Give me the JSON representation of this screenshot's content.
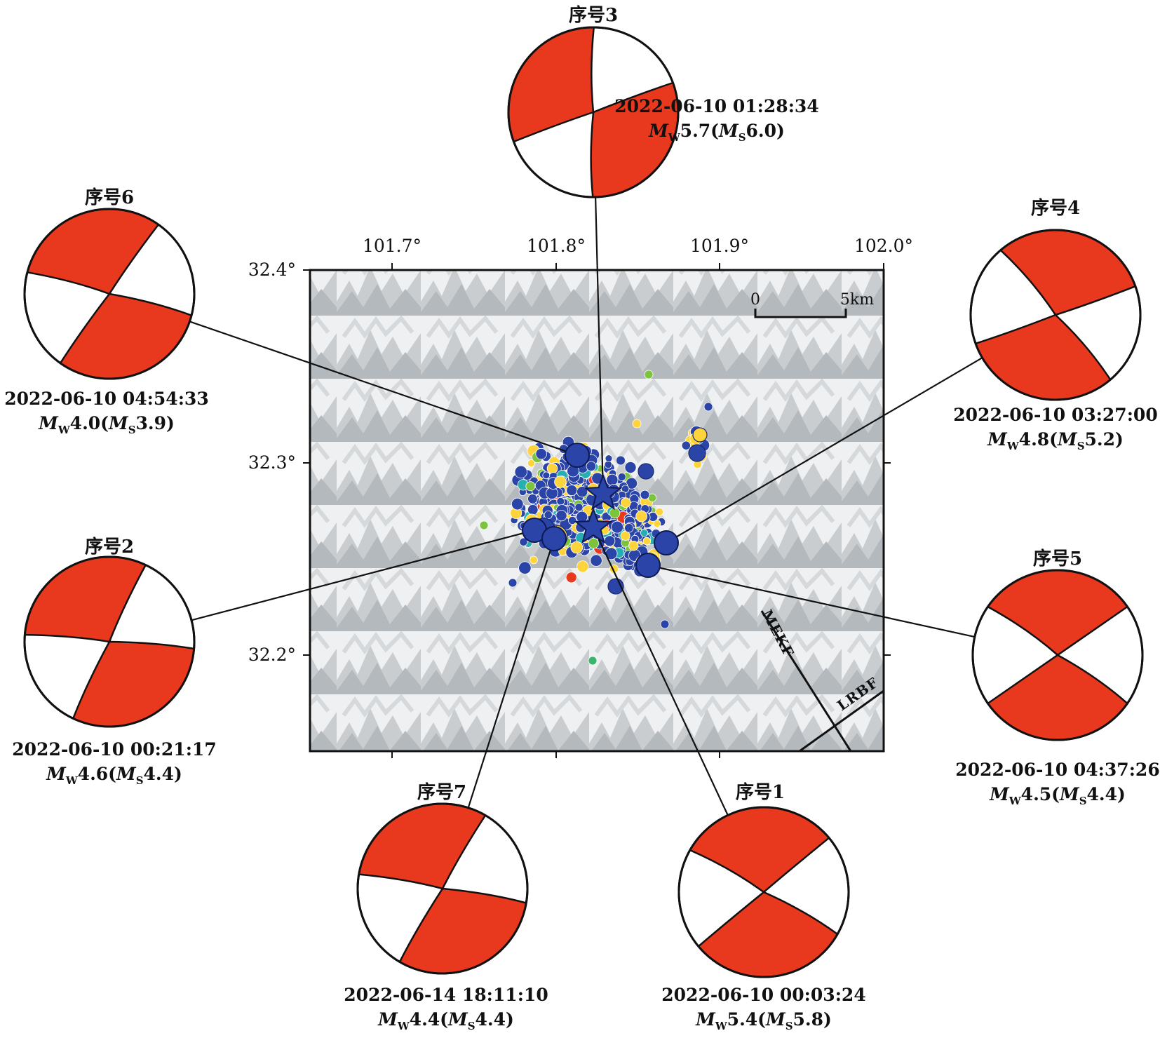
{
  "map": {
    "lon_labels": [
      "101.7°",
      "101.8°",
      "101.9°",
      "102.0°"
    ],
    "lat_labels": [
      "32.4°",
      "32.3°",
      "32.2°"
    ],
    "scale_bar": {
      "start_label": "0",
      "end_label": "5km"
    },
    "faults": [
      {
        "id": "mekf",
        "label": "MEKF"
      },
      {
        "id": "lrbf",
        "label": "LRBF"
      }
    ]
  },
  "colors": {
    "compression": "#e8381e",
    "event_marker": "#2a44a8",
    "seismicity_palette": [
      "#2a44a8",
      "#ffd43a",
      "#7cc43c",
      "#e8381e",
      "#27aeb3",
      "#39b56e"
    ]
  },
  "events": [
    {
      "id": "3",
      "title": "序号3",
      "date": "2022-06-10 01:28:34",
      "mw": "5.7",
      "ms": "6.0",
      "marker": "star"
    },
    {
      "id": "6",
      "title": "序号6",
      "date": "2022-06-10 04:54:33",
      "mw": "4.0",
      "ms": "3.9",
      "marker": "circle"
    },
    {
      "id": "4",
      "title": "序号4",
      "date": "2022-06-10 03:27:00",
      "mw": "4.8",
      "ms": "5.2",
      "marker": "circle"
    },
    {
      "id": "2",
      "title": "序号2",
      "date": "2022-06-10 00:21:17",
      "mw": "4.6",
      "ms": "4.4",
      "marker": "circle"
    },
    {
      "id": "5",
      "title": "序号5",
      "date": "2022-06-10 04:37:26",
      "mw": "4.5",
      "ms": "4.4",
      "marker": "circle"
    },
    {
      "id": "7",
      "title": "序号7",
      "date": "2022-06-14 18:11:10",
      "mw": "4.4",
      "ms": "4.4",
      "marker": "circle"
    },
    {
      "id": "1",
      "title": "序号1",
      "date": "2022-06-10 00:03:24",
      "mw": "5.4",
      "ms": "5.8",
      "marker": "star"
    }
  ],
  "labels": {
    "mw_symbol": "M",
    "mw_sub": "W",
    "ms_symbol": "M",
    "ms_sub": "S"
  }
}
